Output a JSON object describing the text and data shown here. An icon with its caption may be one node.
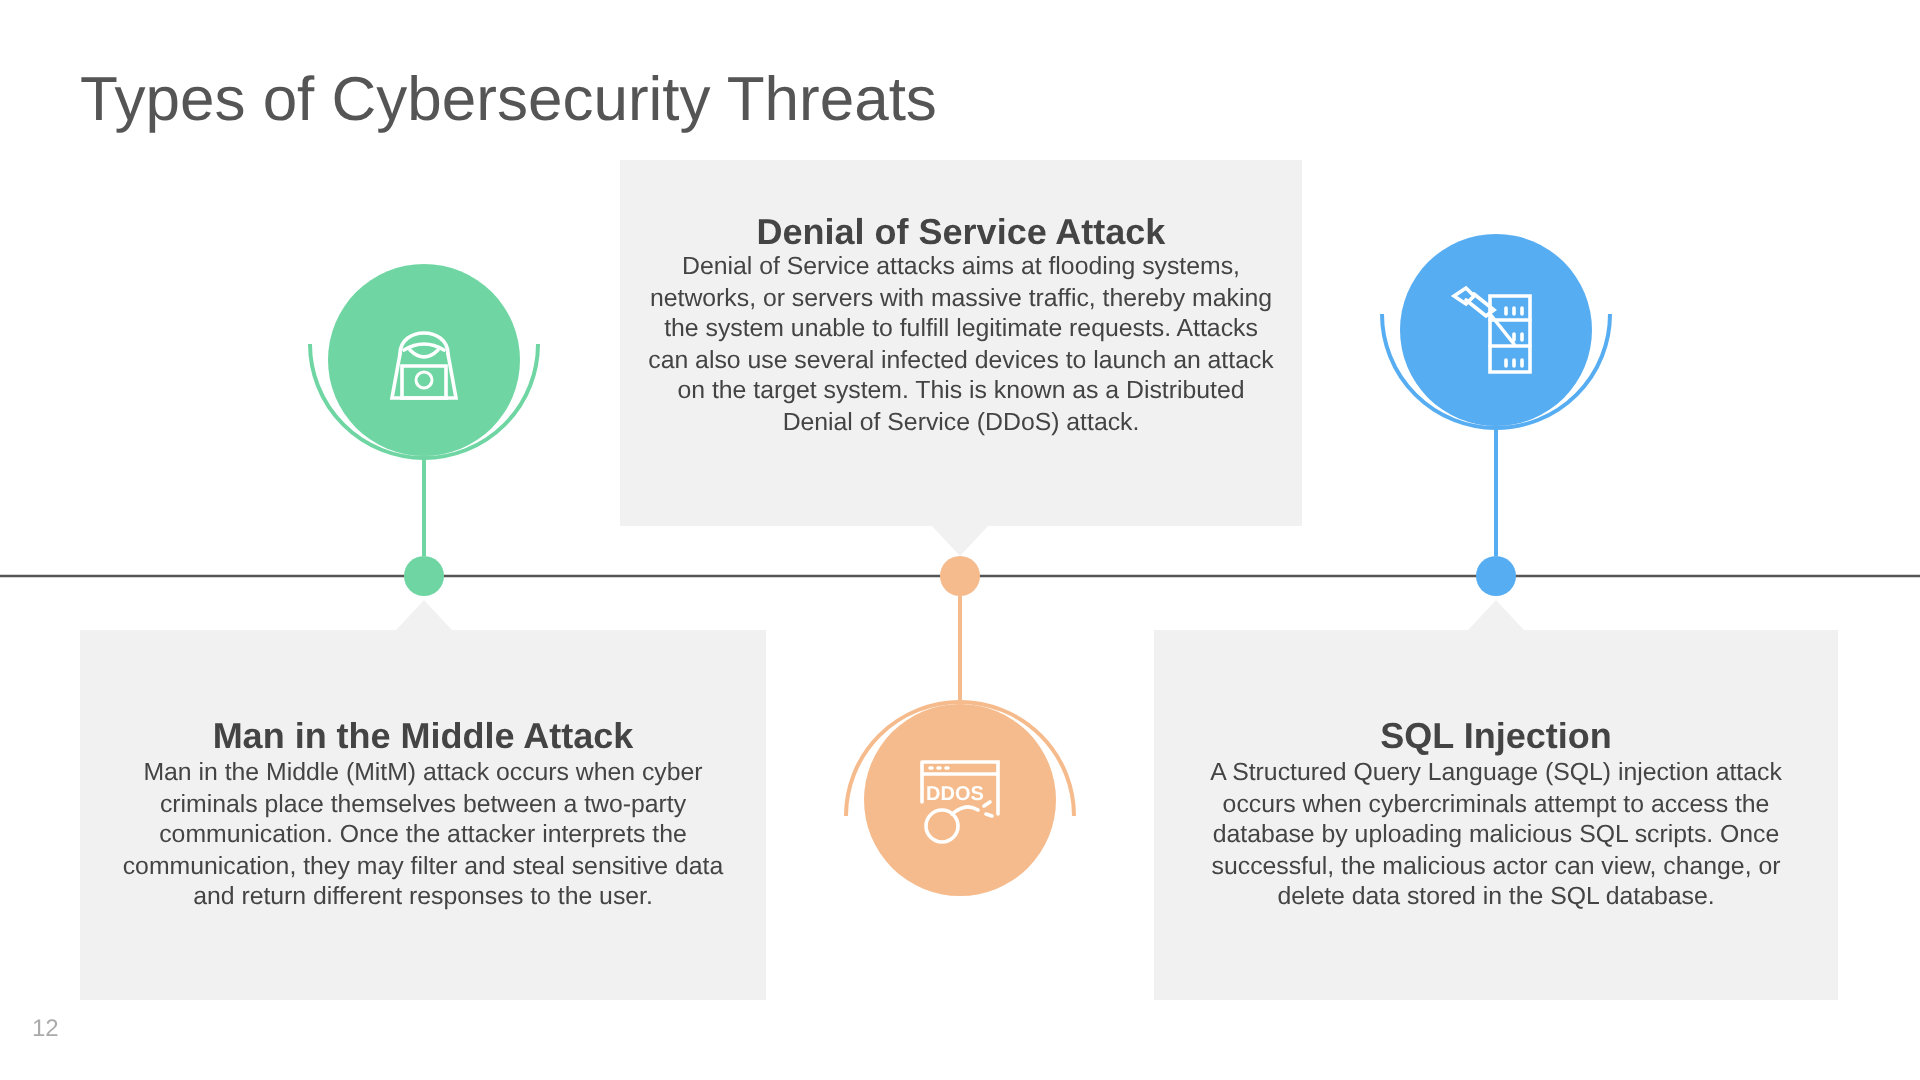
{
  "diagram": {
    "title": "Types of Cybersecurity Threats",
    "nodes": [
      {
        "text": [
          "Denial of Service Attack",
          "Denial of Service attacks aims at flooding  systems, networks, or servers with massive traffic, thereby making the system unable  to fulfill  legitimate requests. Attacks can also use several infected devices to launch  an attack on the target system. This is known as a Distributed Denial of Service (DDoS) attack."
        ]
      },
      {
        "text": [
          "Man in the Middle Attack",
          "Man in the Middle  (MitM)  attack occurs when cyber criminals  place themselves between a two-party communication.  Once the attacker interprets the communication,  they may filter and steal sensitive data and return different responses to the user."
        ]
      },
      {
        "text": [
          "SQL Injection",
          "A Structured Query Language  (SQL)  injection attack occurs when cybercriminals  attempt to access the database by uploading  malicious SQL scripts. Once successful, the malicious  actor can view, change, or delete data stored in the SQL database."
        ]
      },
      {
        "text": [],
        "shape": "picture"
      },
      {
        "text": [],
        "shape": "picture"
      },
      {
        "text": [],
        "shape": "picture"
      },
      {
        "text": [],
        "shape": "circle"
      },
      {
        "text": [],
        "shape": "circle"
      },
      {
        "text": [],
        "shape": "circle"
      }
    ],
    "edges": [
      {
        "from": 3,
        "to": 6,
        "arrow": "none",
        "color": "#6fd6a3"
      },
      {
        "from": 7,
        "to": 4,
        "arrow": "none",
        "color": "#f6bb8c"
      },
      {
        "from": 5,
        "to": 8,
        "arrow": "none",
        "color": "#56adf2"
      }
    ],
    "labels": [
      "DDOS",
      "12"
    ]
  }
}
